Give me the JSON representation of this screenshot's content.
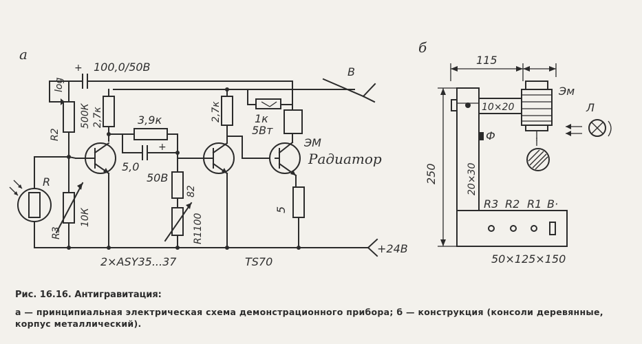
{
  "panel_a": {
    "label": "а",
    "cap_main": "100,0/50В",
    "cap_plus": "+",
    "switch": "В",
    "log": "log",
    "r2": "R2",
    "r2_value": "500К",
    "r27a": "2,7к",
    "r39": "3,9к",
    "c5_plus": "+",
    "c5": "5,0",
    "c5_v": "50В",
    "r27b": "2,7к",
    "r1k": "1к",
    "r1k_w": "5Вт",
    "em": "ЭМ",
    "radiator": "Радиатор",
    "r": "R",
    "r3": "R3",
    "r3_value": "10К",
    "r82": "82",
    "r1": "R1100",
    "r5": "5",
    "transistors": "2×ASY35...37",
    "ts70": "TS70",
    "supply": "+24В"
  },
  "panel_b": {
    "label": "б",
    "dim_115": "115",
    "em": "Эм",
    "l": "Л",
    "dim_10x20": "10×20",
    "f": "Ф",
    "dim_250": "250",
    "dim_20x30": "20×30",
    "r3": "R3",
    "r2": "R2",
    "r1": "R1",
    "b": "В·",
    "dim_box": "50×125×150"
  },
  "caption": {
    "title": "Рис. 16.16. Антигравитация:",
    "text": "а — принципиальная электрическая схема демонстрационного прибора; б — конструкция (консоли деревянные, корпус металлический)."
  }
}
